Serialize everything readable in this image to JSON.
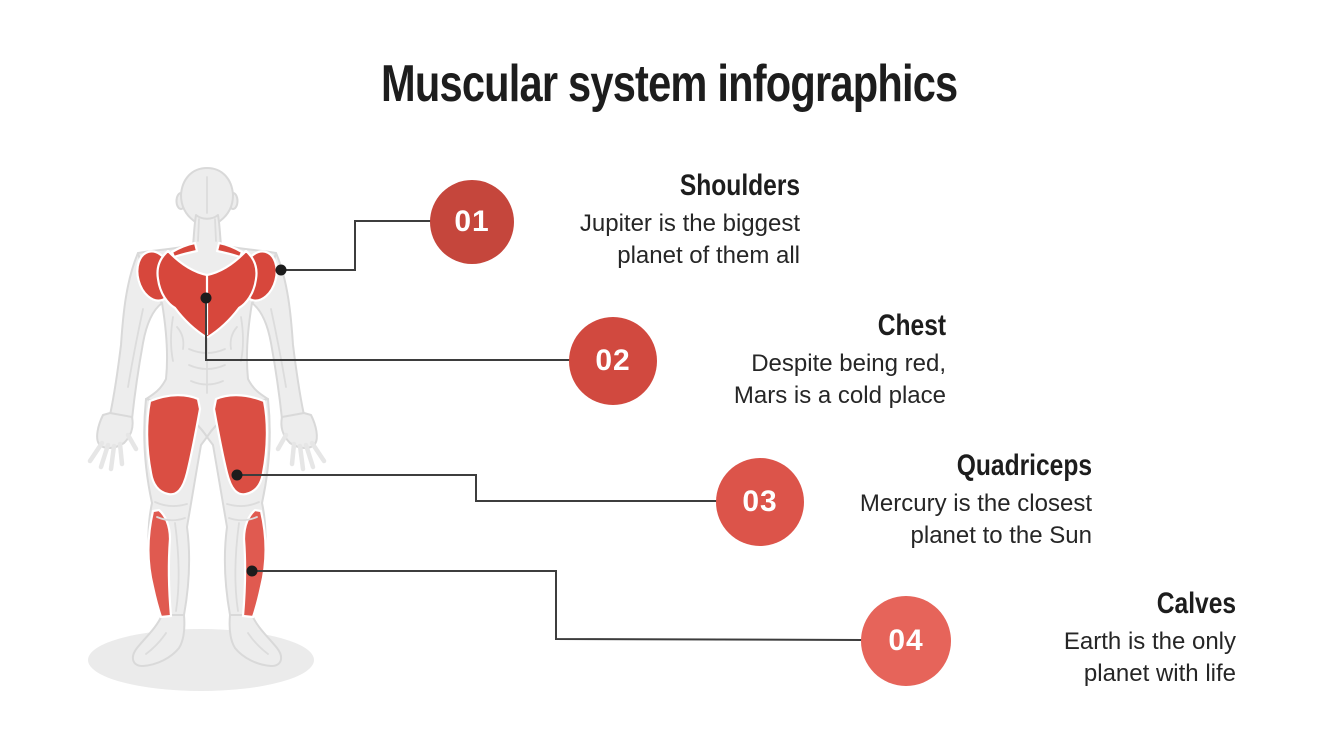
{
  "title": "Muscular system infographics",
  "items": [
    {
      "number": "01",
      "label": "Shoulders",
      "description_line1": "Jupiter is the biggest",
      "description_line2": "planet of them all",
      "circle_color": "#c5463c"
    },
    {
      "number": "02",
      "label": "Chest",
      "description_line1": "Despite being red,",
      "description_line2": "Mars is a cold place",
      "circle_color": "#d1493f"
    },
    {
      "number": "03",
      "label": "Quadriceps",
      "description_line1": "Mercury is the closest",
      "description_line2": "planet to the Sun",
      "circle_color": "#dc544a"
    },
    {
      "number": "04",
      "label": "Calves",
      "description_line1": "Earth is the only",
      "description_line2": "planet with life",
      "circle_color": "#e6645a"
    }
  ],
  "figure": {
    "description": "human-muscular-figure-front-view",
    "highlighted_muscles": [
      "shoulders",
      "chest",
      "quadriceps",
      "calves"
    ]
  },
  "theme": {
    "page_bg": "#ffffff",
    "title_color": "#1d1d1d",
    "text_color": "#262626",
    "connector_color": "#3d3d3d",
    "dot_color": "#1c1c1c",
    "number_color": "#ffffff",
    "body_fill": "#ededed",
    "body_outline": "#d9d9d9",
    "body_detail": "#dcdcdc",
    "muscle_upper": "#d7473c",
    "muscle_quads": "#da4e43",
    "muscle_calves": "#e05a50",
    "muscle_separator": "#ffffff",
    "shadow_color": "#ebebeb"
  }
}
